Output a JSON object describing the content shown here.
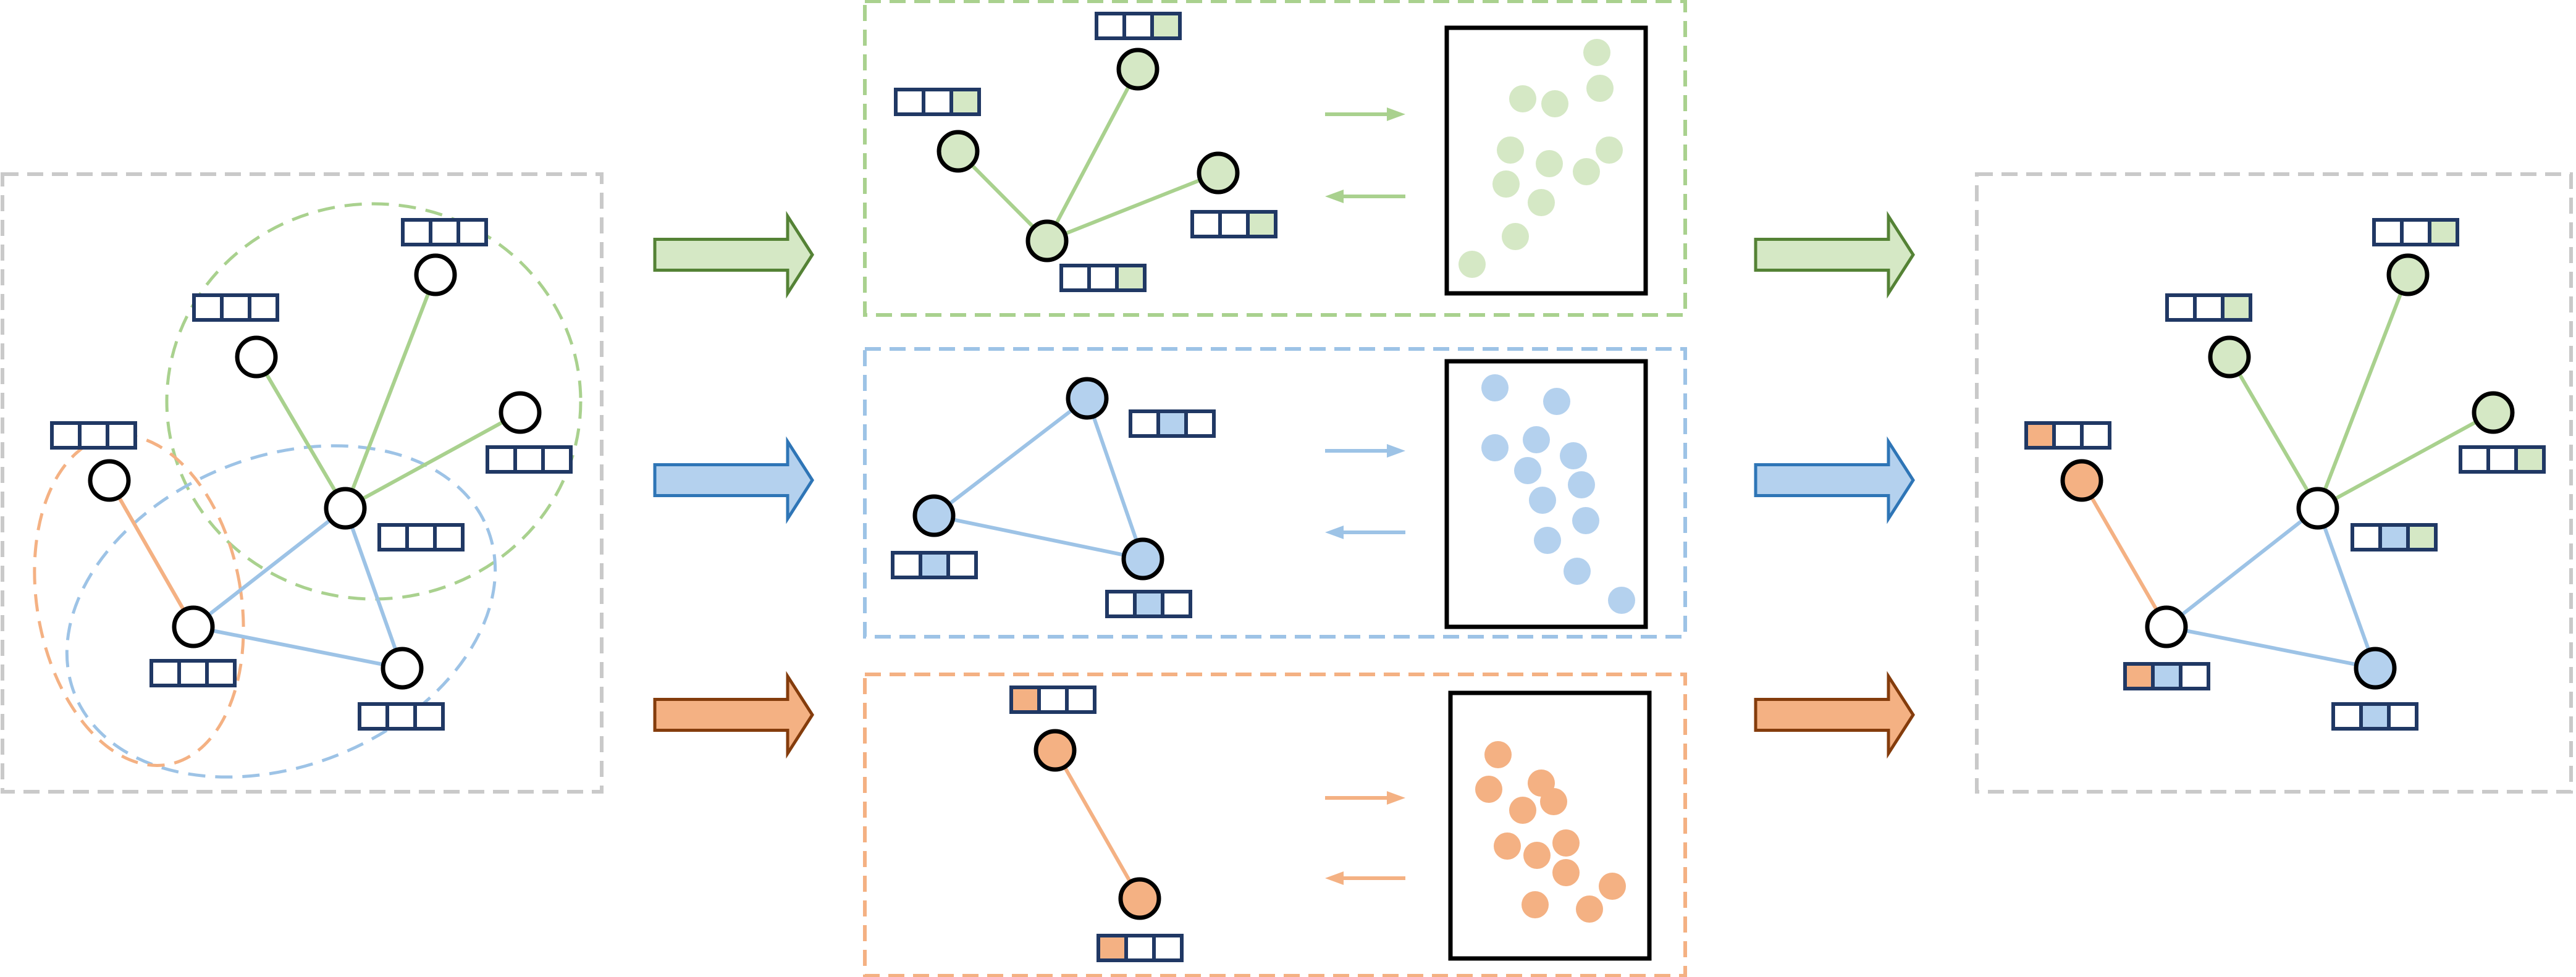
{
  "colors": {
    "green": "#a9d18e",
    "green_fill": "#d5e8c5",
    "green_dark": "#548235",
    "blue": "#9dc3e6",
    "blue_fill": "#b4d1ee",
    "blue_dark": "#2e75b6",
    "orange": "#f4b183",
    "orange_fill": "#f4b183",
    "orange_dark": "#843c0c",
    "navy": "#203864",
    "gray": "#c9c9c9",
    "black": "#000000"
  },
  "panels": {
    "input_graph": {
      "nodes": 7,
      "partitions": [
        "green",
        "blue",
        "orange"
      ]
    },
    "subgraphs": [
      {
        "color": "green",
        "nodes": 4,
        "embedding_points": 12
      },
      {
        "color": "blue",
        "nodes": 3,
        "embedding_points": 12
      },
      {
        "color": "orange",
        "nodes": 2,
        "embedding_points": 12
      }
    ],
    "output_graph": {
      "nodes": 7
    }
  }
}
